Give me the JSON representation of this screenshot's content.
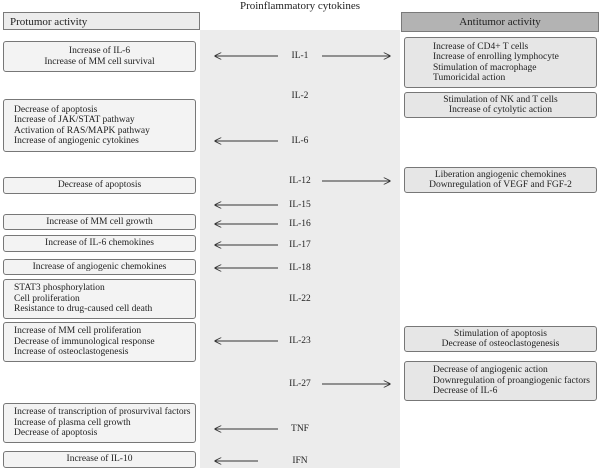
{
  "title": "Proinflammatory cytokines",
  "header_left": "Protumor activity",
  "header_right": "Antitumor activity",
  "cytokines": [
    "IL-1",
    "IL-2",
    "IL-6",
    "IL-12",
    "IL-15",
    "IL-16",
    "IL-17",
    "IL-18",
    "IL-22",
    "IL-23",
    "IL-27",
    "TNF",
    "IFN"
  ],
  "protumor": [
    {
      "lines": [
        "Increase of IL-6",
        "Increase of MM cell survival"
      ]
    },
    {
      "lines": [
        "Decrease of apoptosis",
        "Increase of JAK/STAT pathway",
        "Activation of RAS/MAPK pathway",
        "Increase of angiogenic cytokines"
      ]
    },
    {
      "lines": [
        "Decrease of apoptosis"
      ]
    },
    {
      "lines": [
        "Increase of MM cell growth"
      ]
    },
    {
      "lines": [
        "Increase of IL-6 chemokines"
      ]
    },
    {
      "lines": [
        "Increase of angiogenic chemokines"
      ]
    },
    {
      "lines": [
        "STAT3 phosphorylation",
        "Cell proliferation",
        "Resistance to drug-caused cell death"
      ]
    },
    {
      "lines": [
        "Increase of MM cell proliferation",
        "Decrease of immunological response",
        "Increase of osteoclastogenesis"
      ]
    },
    {
      "lines": [
        "Increase of transcription of prosurvival factors",
        "Increase of plasma cell growth",
        "Decrease of apoptosis"
      ]
    },
    {
      "lines": [
        "Increase of IL-10"
      ]
    }
  ],
  "antitumor": [
    {
      "lines": [
        "Increase of CD4+ T cells",
        "Increase of enrolling lymphocyte",
        "Stimulation of macrophage",
        "Tumoricidal action"
      ]
    },
    {
      "lines": [
        "Stimulation of NK and T cells",
        "Increase of cytolytic action"
      ]
    },
    {
      "lines": [
        "Liberation angiogenic chemokines",
        "Downregulation of VEGF and FGF-2"
      ]
    },
    {
      "lines": [
        "Stimulation of apoptosis",
        "Decrease of osteoclastogenesis"
      ]
    },
    {
      "lines": [
        "Decrease of angiogenic action",
        "Downregulation of proangiogenic factors",
        "Decrease of IL-6"
      ]
    }
  ]
}
